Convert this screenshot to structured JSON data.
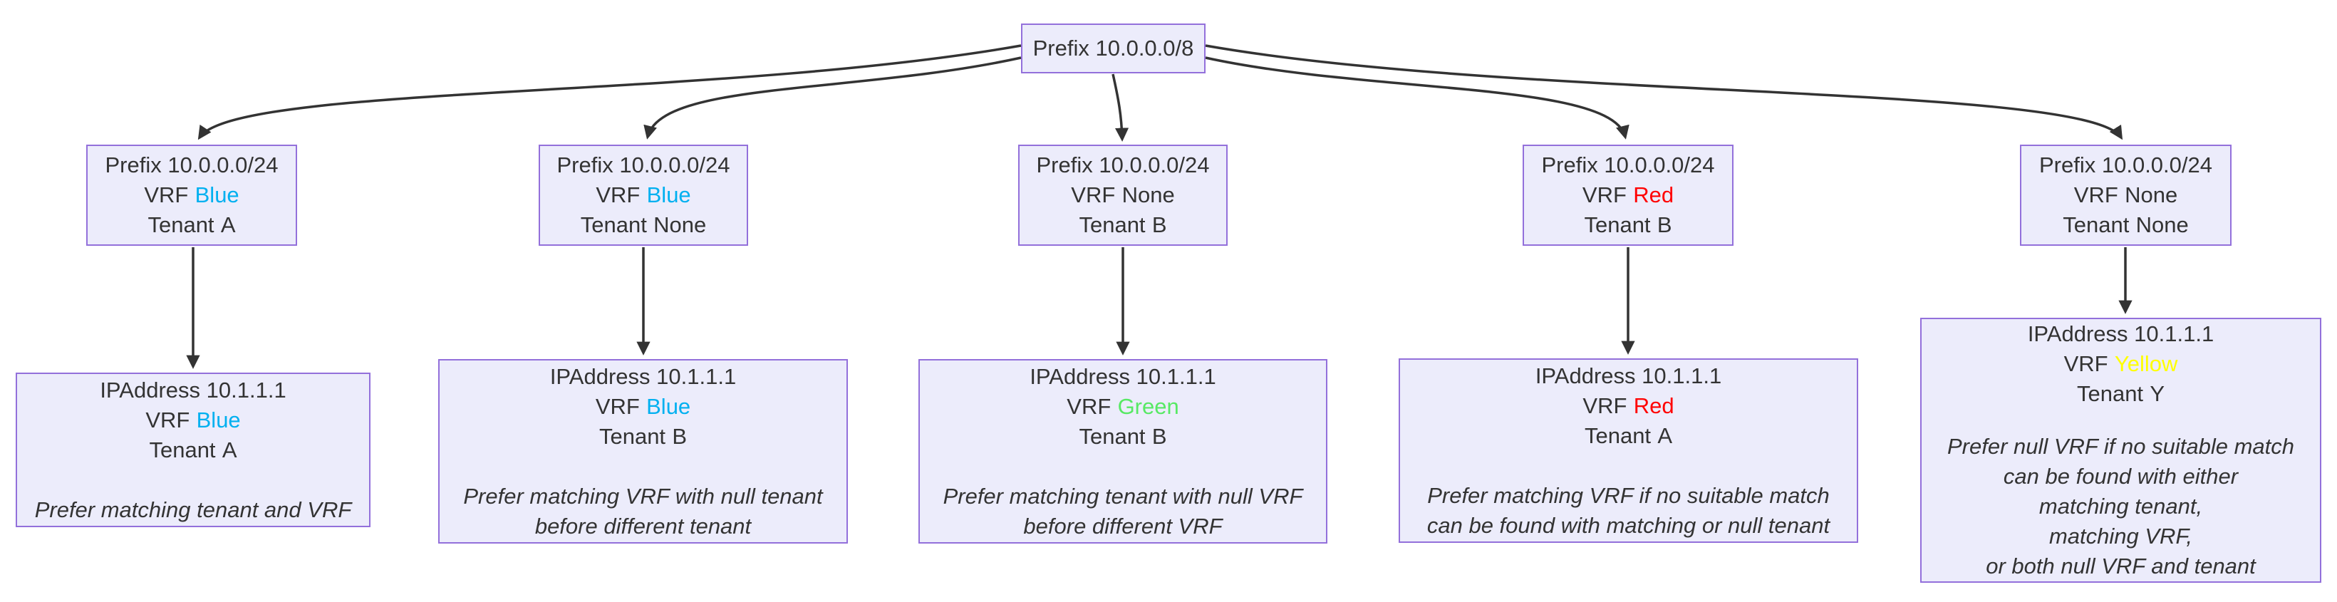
{
  "diagram": {
    "root": {
      "label": "Prefix 10.0.0.0/8"
    },
    "edge_color": "#333333",
    "node_fill": "#ECECFB",
    "node_border": "#9370DB",
    "vrf_colors": {
      "blue": "#00B0F0",
      "green": "#57E964",
      "red": "#FF0000",
      "yellow": "#FFFF00"
    },
    "columns": [
      {
        "prefix": {
          "title": "Prefix 10.0.0.0/24",
          "vrf_label": "VRF",
          "vrf_value": "Blue",
          "vrf_color": "#00B0F0",
          "tenant_label": "Tenant",
          "tenant_value": "A"
        },
        "ip": {
          "title": "IPAddress 10.1.1.1",
          "vrf_label": "VRF",
          "vrf_value": "Blue",
          "vrf_color": "#00B0F0",
          "tenant_label": "Tenant",
          "tenant_value": "A",
          "caption": [
            "Prefer matching tenant and VRF"
          ]
        }
      },
      {
        "prefix": {
          "title": "Prefix 10.0.0.0/24",
          "vrf_label": "VRF",
          "vrf_value": "Blue",
          "vrf_color": "#00B0F0",
          "tenant_label": "Tenant",
          "tenant_value": "None"
        },
        "ip": {
          "title": "IPAddress 10.1.1.1",
          "vrf_label": "VRF",
          "vrf_value": "Blue",
          "vrf_color": "#00B0F0",
          "tenant_label": "Tenant",
          "tenant_value": "B",
          "caption": [
            "Prefer matching VRF with null tenant",
            "before different tenant"
          ]
        }
      },
      {
        "prefix": {
          "title": "Prefix 10.0.0.0/24",
          "vrf_label": "VRF",
          "vrf_value": "None",
          "tenant_label": "Tenant",
          "tenant_value": "B"
        },
        "ip": {
          "title": "IPAddress 10.1.1.1",
          "vrf_label": "VRF",
          "vrf_value": "Green",
          "vrf_color": "#57E964",
          "tenant_label": "Tenant",
          "tenant_value": "B",
          "caption": [
            "Prefer matching tenant with null VRF",
            "before different VRF"
          ]
        }
      },
      {
        "prefix": {
          "title": "Prefix 10.0.0.0/24",
          "vrf_label": "VRF",
          "vrf_value": "Red",
          "vrf_color": "#FF0000",
          "tenant_label": "Tenant",
          "tenant_value": "B"
        },
        "ip": {
          "title": "IPAddress 10.1.1.1",
          "vrf_label": "VRF",
          "vrf_value": "Red",
          "vrf_color": "#FF0000",
          "tenant_label": "Tenant",
          "tenant_value": "A",
          "caption": [
            "Prefer matching VRF if no suitable match",
            "can be found with matching or null tenant"
          ]
        }
      },
      {
        "prefix": {
          "title": "Prefix 10.0.0.0/24",
          "vrf_label": "VRF",
          "vrf_value": "None",
          "tenant_label": "Tenant",
          "tenant_value": "None"
        },
        "ip": {
          "title": "IPAddress 10.1.1.1",
          "vrf_label": "VRF",
          "vrf_value": "Yellow",
          "vrf_color": "#FFFF00",
          "tenant_label": "Tenant",
          "tenant_value": "Y",
          "caption": [
            "Prefer null VRF if no suitable match",
            "can be found with either",
            "matching tenant,",
            "matching VRF,",
            "or both null VRF and tenant"
          ]
        }
      }
    ]
  }
}
